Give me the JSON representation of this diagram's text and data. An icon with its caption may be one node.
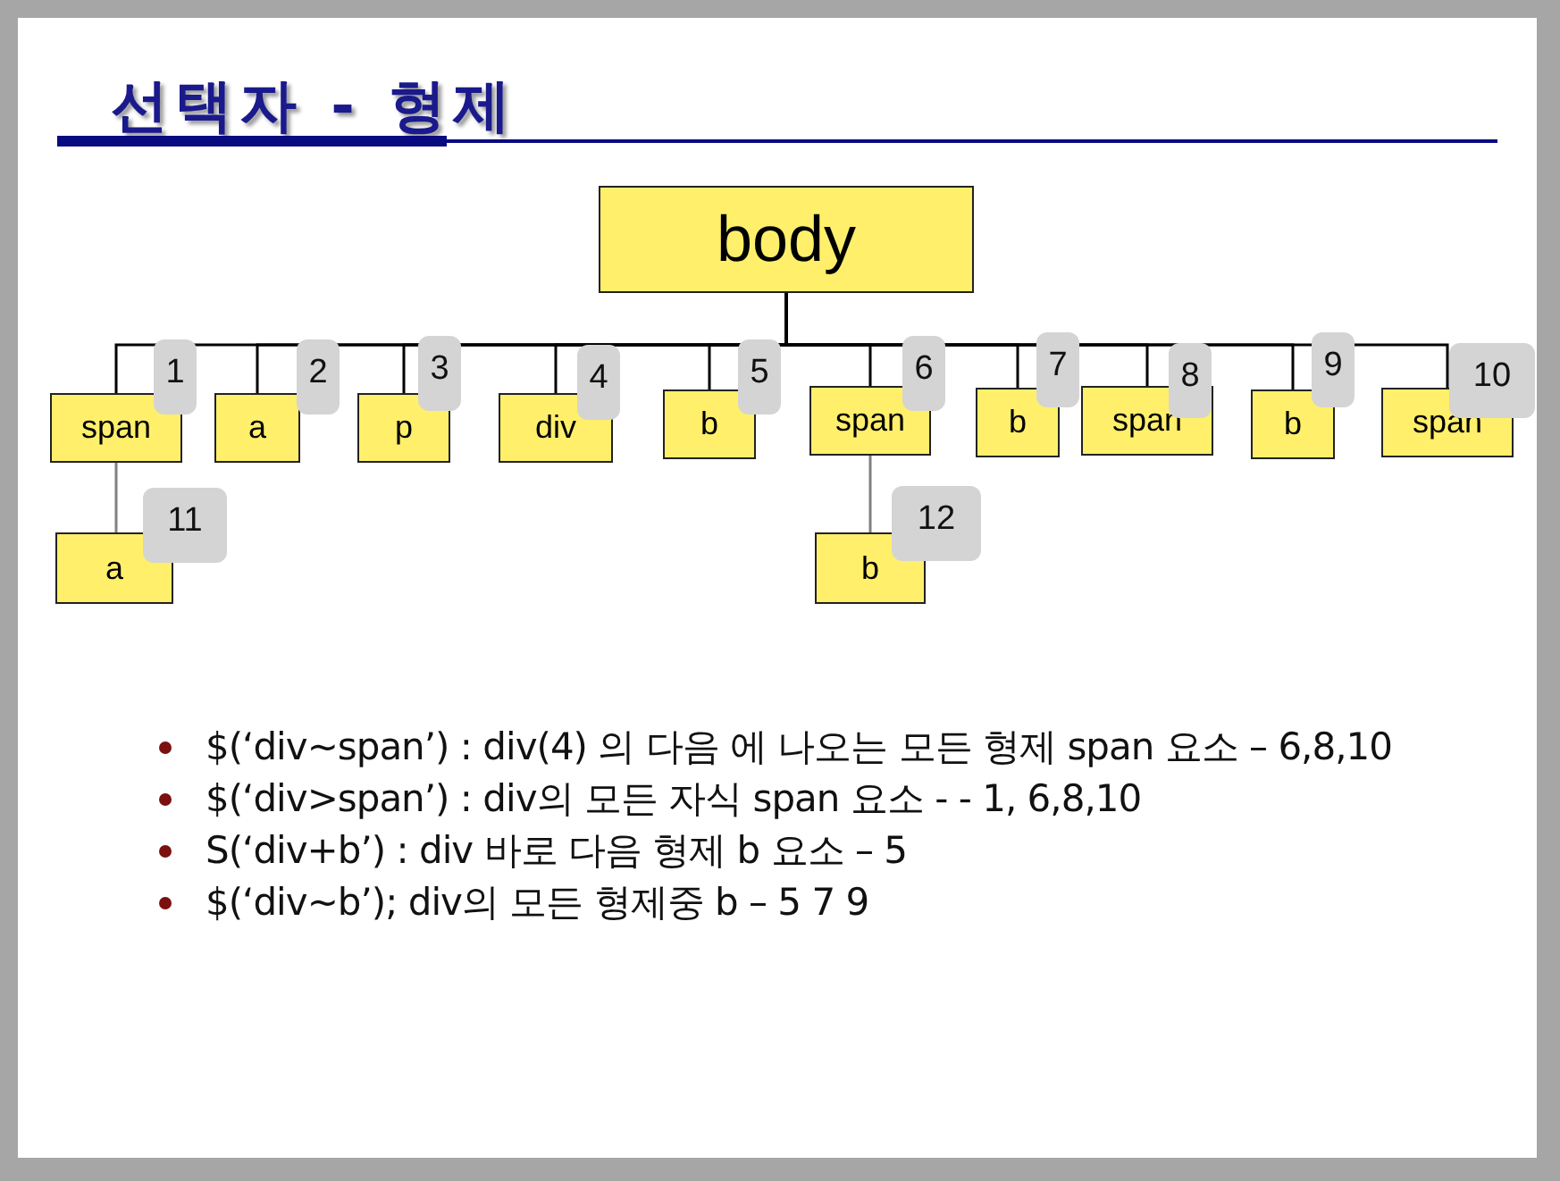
{
  "diagram": {
    "title": "선택자 - 형제",
    "nodes": [
      {
        "text": [
          "body"
        ]
      },
      {
        "text": [
          "span"
        ],
        "beside": [
          "1"
        ]
      },
      {
        "text": [
          "a"
        ],
        "beside": [
          "2"
        ]
      },
      {
        "text": [
          "p"
        ],
        "beside": [
          "3"
        ]
      },
      {
        "text": [
          "div"
        ],
        "beside": [
          "4"
        ]
      },
      {
        "text": [
          "b"
        ],
        "beside": [
          "5"
        ]
      },
      {
        "text": [
          "span"
        ],
        "beside": [
          "6"
        ]
      },
      {
        "text": [
          "b"
        ],
        "beside": [
          "7"
        ]
      },
      {
        "text": [
          "span"
        ],
        "beside": [
          "8"
        ]
      },
      {
        "text": [
          "b"
        ],
        "beside": [
          "9"
        ]
      },
      {
        "text": [
          "span"
        ],
        "beside": [
          "10"
        ]
      },
      {
        "text": [
          "a"
        ],
        "beside": [
          "11"
        ]
      },
      {
        "text": [
          "b"
        ],
        "beside": [
          "12"
        ]
      }
    ],
    "edges": [
      {
        "from": 0,
        "to": 1,
        "arrow": "none"
      },
      {
        "from": 0,
        "to": 2,
        "arrow": "none"
      },
      {
        "from": 0,
        "to": 3,
        "arrow": "none"
      },
      {
        "from": 0,
        "to": 4,
        "arrow": "none"
      },
      {
        "from": 0,
        "to": 5,
        "arrow": "none"
      },
      {
        "from": 0,
        "to": 6,
        "arrow": "none"
      },
      {
        "from": 0,
        "to": 7,
        "arrow": "none"
      },
      {
        "from": 0,
        "to": 8,
        "arrow": "none"
      },
      {
        "from": 0,
        "to": 9,
        "arrow": "none"
      },
      {
        "from": 0,
        "to": 10,
        "arrow": "none"
      },
      {
        "from": 1,
        "to": 11,
        "arrow": "none",
        "color": "#808080"
      },
      {
        "from": 6,
        "to": 12,
        "arrow": "none",
        "color": "#808080"
      }
    ],
    "labels": [
      "$(‘div~span’) :  div(4) 의 다음 에 나오는 모든 형제 span 요소 – 6,8,10",
      "$(‘div>span’) :  div의 모든 자식 span 요소 -    - 1, 6,8,10",
      "S(‘div+b’) : div 바로 다음 형제 b 요소 – 5",
      "$(‘div~b’); div의 모든 형제중  b – 5 7 9"
    ]
  }
}
